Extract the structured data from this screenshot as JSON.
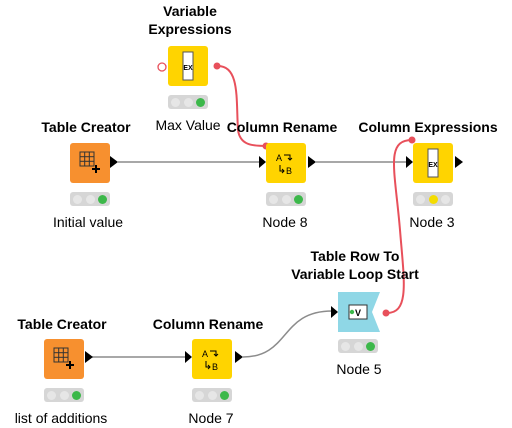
{
  "nodes": {
    "varexpr": {
      "title_line1": "Variable",
      "title_line2": "Expressions",
      "label": "Max Value",
      "status": [
        "grey",
        "grey",
        "green"
      ],
      "icon": "ex-icon"
    },
    "tc1": {
      "title": "Table Creator",
      "label": "Initial value",
      "status": [
        "grey",
        "grey",
        "green"
      ],
      "icon": "table-plus-icon"
    },
    "cr8": {
      "title": "Column Rename",
      "label": "Node 8",
      "status": [
        "grey",
        "grey",
        "green"
      ],
      "icon": "rename-icon"
    },
    "ce3": {
      "title": "Column Expressions",
      "label": "Node 3",
      "status": [
        "grey",
        "yellow",
        "grey"
      ],
      "icon": "ex-icon"
    },
    "loop5": {
      "title_line1": "Table Row To",
      "title_line2": "Variable Loop Start",
      "label": "Node 5",
      "status": [
        "grey",
        "grey",
        "green"
      ],
      "icon": "loop-variable-icon"
    },
    "tc2": {
      "title": "Table Creator",
      "label": "list of additions",
      "status": [
        "grey",
        "grey",
        "green"
      ],
      "icon": "table-plus-icon"
    },
    "cr7": {
      "title": "Column Rename",
      "label": "Node 7",
      "status": [
        "grey",
        "grey",
        "green"
      ],
      "icon": "rename-icon"
    }
  },
  "colors": {
    "data_connection": "#8c8c8c",
    "variable_connection": "#e8505b",
    "manipulator": "#ffd400",
    "source": "#f7902f",
    "loop": "#8fd7e6"
  }
}
